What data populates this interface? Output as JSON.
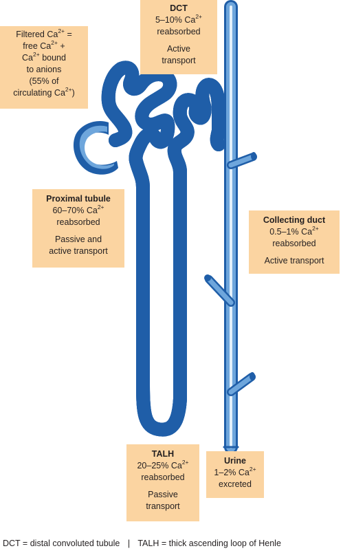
{
  "labels": {
    "filtered": {
      "line1": "Filtered Ca",
      "line1_sup": "2+",
      "line1_tail": " =",
      "line2": "free Ca",
      "line2_sup": "2+",
      "line2_tail": " +",
      "line3": "Ca",
      "line3_sup": "2+",
      "line3_tail": " bound",
      "line4": "to anions",
      "line5": "(55% of",
      "line6": "circulating Ca",
      "line6_sup": "2+",
      "line6_tail": ")"
    },
    "dct": {
      "title": "DCT",
      "line1": "5–10% Ca",
      "line1_sup": "2+",
      "line2": "reabsorbed",
      "line3": "Active",
      "line4": "transport"
    },
    "proximal": {
      "title": "Proximal tubule",
      "line1": "60–70% Ca",
      "line1_sup": "2+",
      "line2": "reabsorbed",
      "line3": "Passive and",
      "line4": "active transport"
    },
    "collecting": {
      "title": "Collecting duct",
      "line1": "0.5–1% Ca",
      "line1_sup": "2+",
      "line2": "reabsorbed",
      "line3": "Active transport"
    },
    "talh": {
      "title": "TALH",
      "line1": "20–25% Ca",
      "line1_sup": "2+",
      "line2": "reabsorbed",
      "line3": "Passive",
      "line4": "transport"
    },
    "urine": {
      "title": "Urine",
      "line1": "1–2% Ca",
      "line1_sup": "2+",
      "line2": "excreted"
    }
  },
  "footer": {
    "left": "DCT = distal convoluted tubule",
    "separator": "|",
    "right": "TALH = thick ascending loop of Henle"
  },
  "colors": {
    "box_fill": "#fbd4a1",
    "tubule_outline": "#1f5ea8",
    "tubule_fill": "#6ea6dc",
    "tubule_highlight": "#e3f0fb"
  }
}
